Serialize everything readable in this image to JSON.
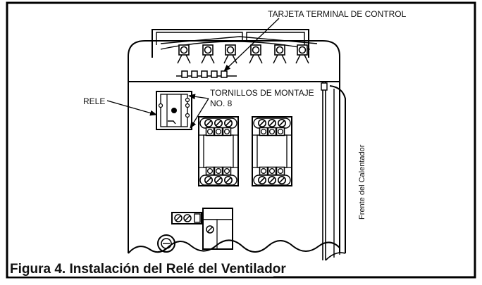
{
  "labels": {
    "control_board": "TARJETA TERMINAL DE CONTROL",
    "relay": "RELE",
    "screws_line1": "TORNILLOS DE MONTAJE",
    "screws_line2": "NO. 8",
    "heater_front": "Frente del Calentador"
  },
  "caption": "Figura 4. Instalación del Relé del Ventilador"
}
